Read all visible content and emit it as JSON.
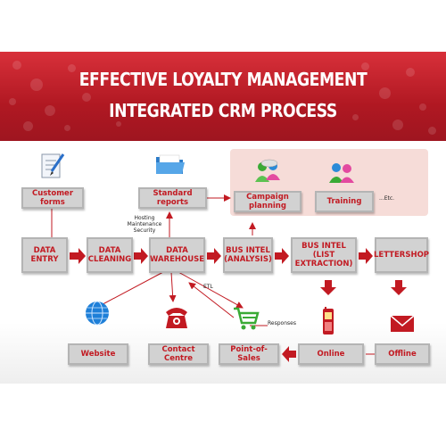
{
  "header": {
    "title_line1": "EFFECTIVE LOYALTY MANAGEMENT",
    "title_line2": "INTEGRATED CRM PROCESS"
  },
  "nodes": {
    "customer_forms": "Customer forms",
    "standard_reports": "Standard reports",
    "campaign_planning": "Campaign planning",
    "training": "Training",
    "data_entry": "DATA\nENTRY",
    "data_cleaning": "DATA\nCLEANING",
    "data_warehouse": "DATA\nWAREHOUSE",
    "bus_intel_analysis": "BUS INTEL\n(ANALYSIS)",
    "bus_intel_extraction": "BUS INTEL\n(LIST EXTRACTION)",
    "lettershop": "LETTERSHOP",
    "website": "Website",
    "contact_centre": "Contact Centre",
    "point_of_sales": "Point-of-Sales",
    "online": "Online",
    "offline": "Offline"
  },
  "notes": {
    "etc": "...Etc.",
    "hosting": "Hosting\nMaintenance\nSecurity",
    "etl": "ETL",
    "responses": "Responses"
  },
  "icons": [
    "document-pen-icon",
    "folder-icon",
    "people-icon",
    "people-icon",
    "globe-icon",
    "telephone-icon",
    "shopping-cart-icon",
    "mobile-phone-icon",
    "envelope-icon"
  ],
  "colors": {
    "banner": "#b01822",
    "accent": "#c21a22",
    "box": "#d2d2d2",
    "panel": "#f6dcd8"
  }
}
